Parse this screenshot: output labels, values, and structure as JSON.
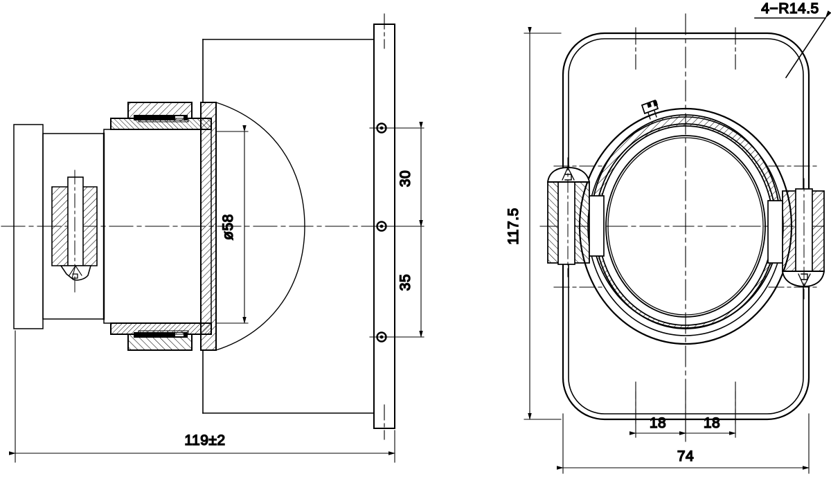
{
  "drawing": {
    "title": "Mechanical assembly drawing - camera module with mounting bracket",
    "line_color": "#000000",
    "background": "#ffffff",
    "views": [
      {
        "name": "section-side-view",
        "position": "left"
      },
      {
        "name": "front-view-bracket",
        "position": "right"
      }
    ]
  },
  "dimensions": {
    "overall_length": "119±2",
    "bore_diameter": "ø58",
    "hole_spacing_upper": "30",
    "hole_spacing_lower": "35",
    "bracket_height": "117.5",
    "bracket_width": "74",
    "slot_offset_left": "18",
    "slot_offset_right": "18",
    "corner_radius_note": "4−R14.5"
  },
  "annotations": {
    "leader_note": "4−R14.5"
  }
}
